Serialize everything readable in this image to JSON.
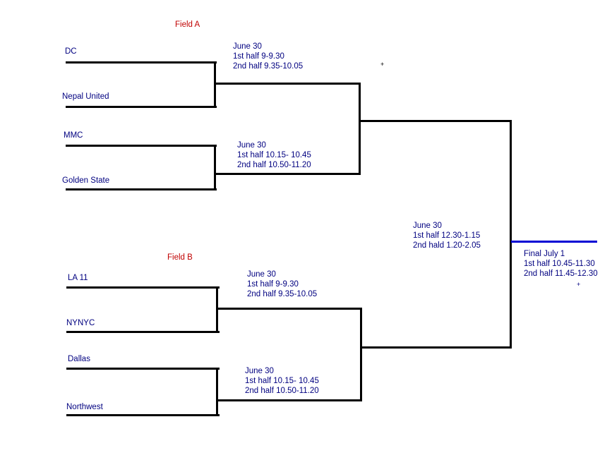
{
  "colors": {
    "bracket_line": "#000000",
    "team_text": "#000080",
    "schedule_text": "#000080",
    "field_label_text": "#c00000",
    "final_line": "#0000d4"
  },
  "fields": {
    "a": "Field A",
    "b": "Field B"
  },
  "teams": {
    "dc": "DC",
    "nepal_united": "Nepal United",
    "mmc": "MMC",
    "golden_state": "Golden State",
    "la_11": "LA 11",
    "nynyc": "NYNYC",
    "dallas": "Dallas",
    "northwest": "Northwest"
  },
  "schedules": {
    "qf_a1": {
      "lines": [
        "June 30",
        "1st half 9-9.30",
        "2nd half 9.35-10.05"
      ]
    },
    "qf_a2": {
      "lines": [
        "June 30",
        "1st half 10.15- 10.45",
        "2nd half 10.50-11.20"
      ]
    },
    "semifinal": {
      "lines": [
        "June 30",
        "1st half 12.30-1.15",
        "2nd hald 1.20-2.05"
      ]
    },
    "final": {
      "lines": [
        "Final July 1",
        "1st half 10.45-11.30",
        "2nd half 11.45-12.30"
      ]
    },
    "qf_b1": {
      "lines": [
        "June 30",
        "1st half 9-9.30",
        "2nd half 9.35-10.05"
      ]
    },
    "qf_b2": {
      "lines": [
        "June 30",
        "1st half 10.15- 10.45",
        "2nd half 10.50-11.20"
      ]
    }
  },
  "markers": {
    "cross_top": "+",
    "cross_final": "+"
  }
}
